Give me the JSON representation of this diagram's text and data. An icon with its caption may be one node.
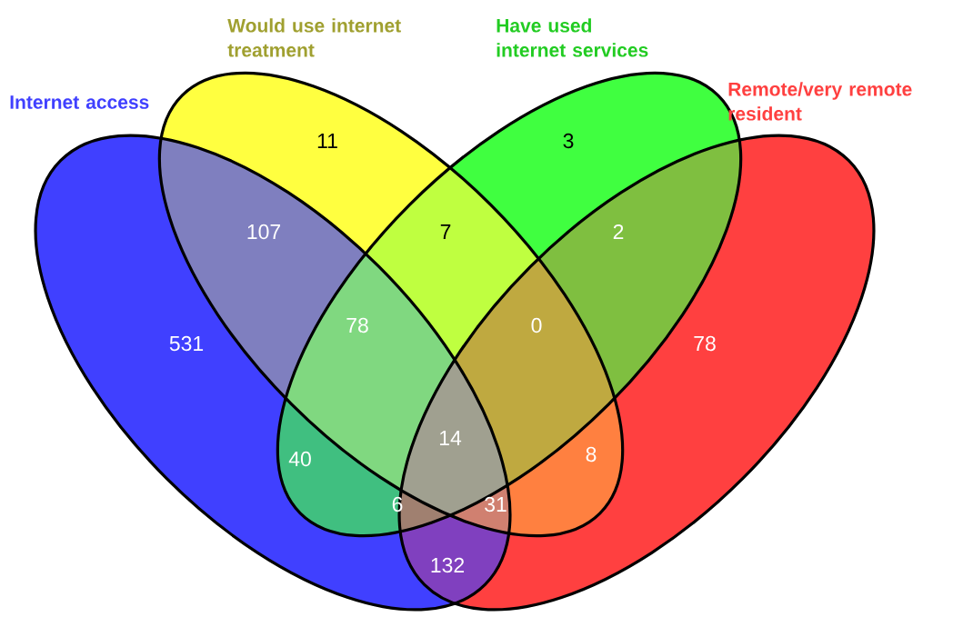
{
  "diagram": {
    "nodes": [
      {
        "text": [
          "Internet access"
        ]
      },
      {
        "text": [
          "Would use internet treatment"
        ]
      },
      {
        "text": [
          "Have used internet services"
        ]
      },
      {
        "text": [
          "Remote/very remote resident"
        ]
      }
    ],
    "labels": [
      "11",
      "3",
      "107",
      "7",
      "2",
      "531",
      "78",
      "0",
      "78",
      "14",
      "40",
      "8",
      "6",
      "31",
      "132"
    ]
  }
}
